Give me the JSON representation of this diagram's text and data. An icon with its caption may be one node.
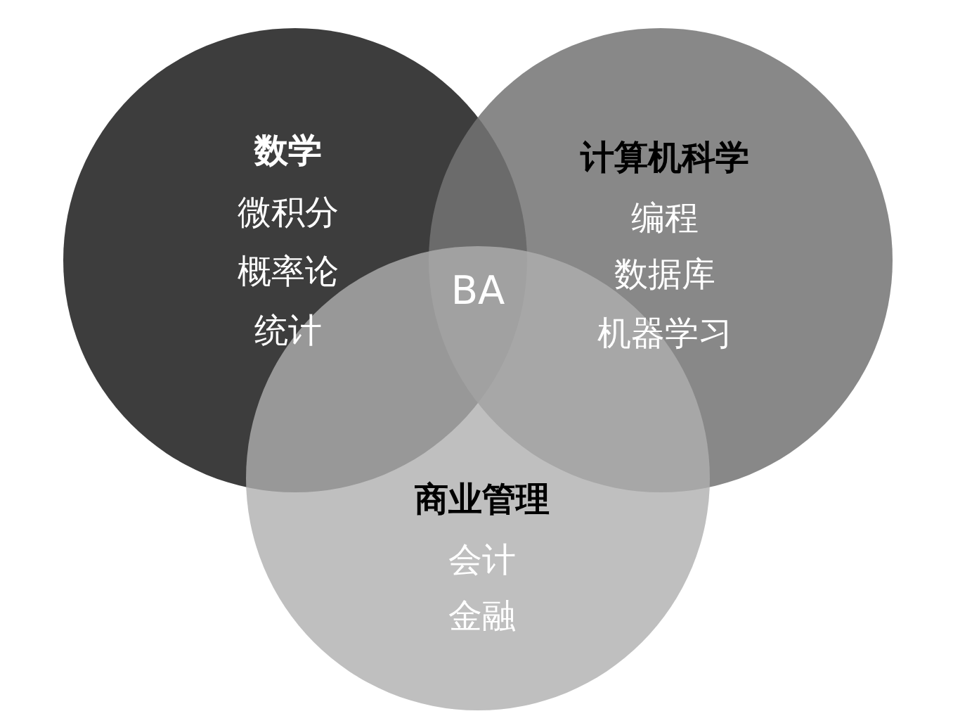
{
  "diagram": {
    "nodes": [
      {
        "text": [
          "数学",
          "微积分",
          "概率论",
          "统计"
        ]
      },
      {
        "text": [
          "计算机科学",
          "编程",
          "数据库",
          "机器学习"
        ]
      },
      {
        "text": [
          "商业管理",
          "会计",
          "金融"
        ]
      }
    ],
    "labels": [
      "BA"
    ]
  }
}
